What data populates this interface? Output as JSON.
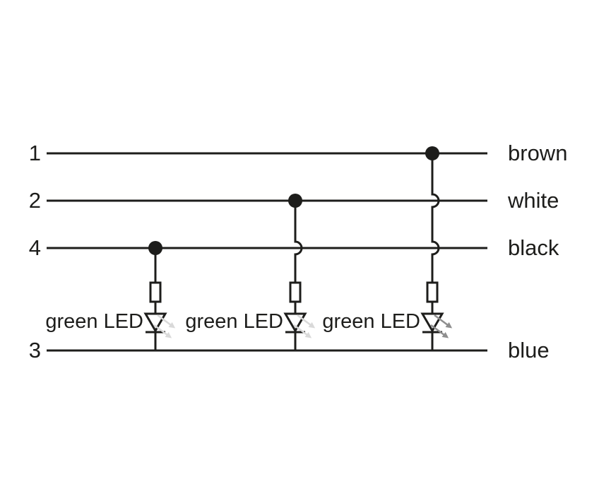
{
  "diagram": {
    "type": "led-wiring-diagram",
    "background_color": "#ffffff",
    "line_color": "#1d1d1b",
    "wires": [
      {
        "pin": "1",
        "color_name": "brown"
      },
      {
        "pin": "2",
        "color_name": "white"
      },
      {
        "pin": "4",
        "color_name": "black"
      },
      {
        "pin": "3",
        "color_name": "blue"
      }
    ],
    "leds": [
      {
        "label": "green LED",
        "from_pin": "4",
        "to_pin": "3",
        "series_component": "resistor",
        "emission_arrow_color": "#d9d9d9"
      },
      {
        "label": "green LED",
        "from_pin": "2",
        "to_pin": "3",
        "series_component": "resistor",
        "emission_arrow_color": "#d9d9d9"
      },
      {
        "label": "green LED",
        "from_pin": "1",
        "to_pin": "3",
        "series_component": "resistor",
        "emission_arrow_color": "#8f8f8f"
      }
    ]
  }
}
